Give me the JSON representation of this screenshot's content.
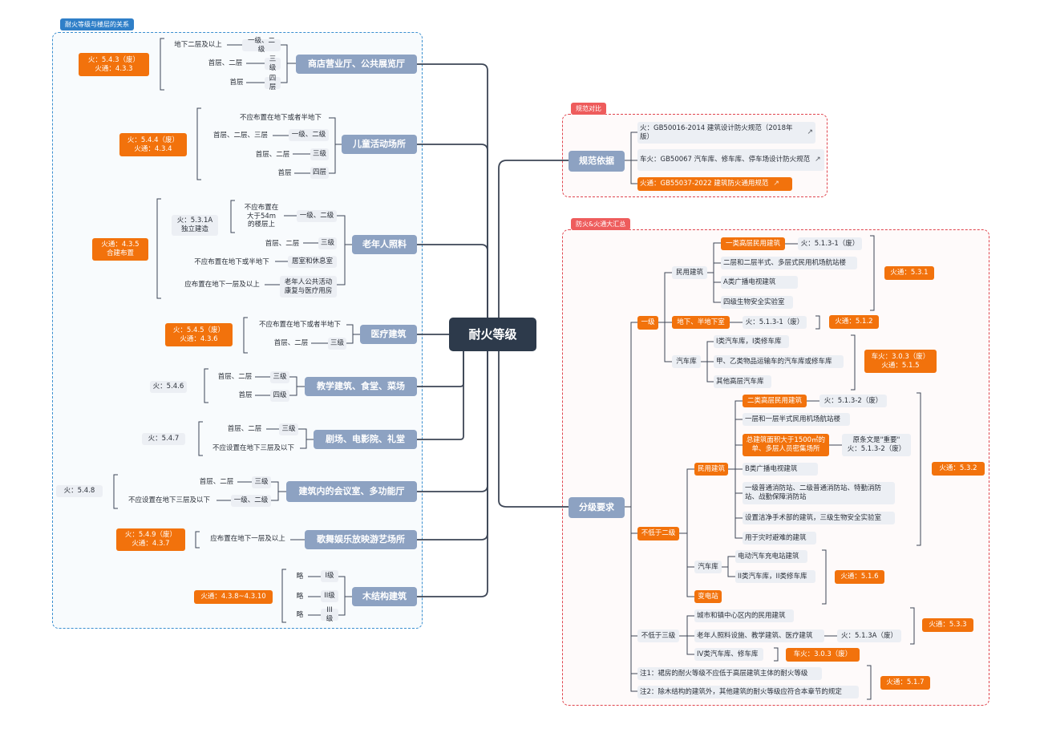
{
  "root": {
    "label": "耐火等级"
  },
  "boundaries": {
    "left": "耐火等级与楼层的关系",
    "spec": "规范对比",
    "summary": "防火&火通大汇总"
  },
  "colors": {
    "root": "#2d3a4b",
    "branch": "#8da2c2",
    "accent": "#f2720c",
    "leaf": "#eceff4",
    "frame_blue": "#3a8fd0",
    "frame_red": "#e0454e",
    "line": "#3d4656"
  },
  "left": {
    "shop": {
      "title": "商店营业厅、公共展览厅",
      "items": [
        [
          "地下二层及以上",
          "一级、二级"
        ],
        [
          "首层、二层",
          "三级"
        ],
        [
          "首层",
          "四层"
        ]
      ],
      "ref": "火：5.4.3（废）\n火通：4.3.3"
    },
    "child": {
      "title": "儿童活动场所",
      "items": [
        [
          "不应布置在地下或者半地下"
        ],
        [
          "首层、二层、三层",
          "一级、二级"
        ],
        [
          "首层、二层",
          "三级"
        ],
        [
          "首层",
          "四层"
        ]
      ],
      "ref": "火：5.4.4（废）\n火通：4.3.4"
    },
    "elderly": {
      "title": "老年人照料",
      "items": [
        [
          "不应布置在\n大于54m\n的楼层上",
          "一级、二级"
        ],
        [
          "首层、二层",
          "三级"
        ],
        [
          "不应布置在地下或半地下",
          "居室和休息室"
        ],
        [
          "应布置在地下一层及以上",
          "老年人公共活动\n康复与医疗用房"
        ]
      ],
      "note": "火：5.3.1A\n独立建造",
      "ref": "火通：4.3.5\n合建布置"
    },
    "medical": {
      "title": "医疗建筑",
      "items": [
        [
          "不应布置在地下或者半地下"
        ],
        [
          "首层、二层",
          "三级"
        ]
      ],
      "ref": "火：5.4.5（废）\n火通：4.3.6"
    },
    "school": {
      "title": "教学建筑、食堂、菜场",
      "items": [
        [
          "首层、二层",
          "三级"
        ],
        [
          "首层",
          "四级"
        ]
      ],
      "ref": "火：5.4.6"
    },
    "theater": {
      "title": "剧场、电影院、礼堂",
      "items": [
        [
          "首层、二层",
          "三级"
        ],
        [
          "不应设置在地下三层及以下"
        ]
      ],
      "ref": "火：5.4.7"
    },
    "meeting": {
      "title": "建筑内的会议室、多功能厅",
      "items": [
        [
          "首层、二层",
          "三级"
        ],
        [
          "不应设置在地下三层及以下",
          "一级、二级"
        ]
      ],
      "ref": "火：5.4.8"
    },
    "ktv": {
      "title": "歌舞娱乐放映游艺场所",
      "items": [
        [
          "应布置在地下一层及以上"
        ]
      ],
      "ref": "火：5.4.9（废）\n火通：4.3.7"
    },
    "wood": {
      "title": "木结构建筑",
      "items": [
        [
          "略",
          "I级"
        ],
        [
          "略",
          "II级"
        ],
        [
          "略",
          "III级"
        ]
      ],
      "ref": "火通：4.3.8~4.3.10"
    }
  },
  "spec": {
    "title": "规范依据",
    "items": [
      "火：GB50016-2014 建筑设计防火规范（2018年版）",
      "车火：GB50067 汽车库、修车库、停车场设计防火规范",
      "火通：GB55037-2022 建筑防火通用规范"
    ]
  },
  "grade": {
    "title": "分级要求",
    "g1": {
      "label": "一级",
      "civil": {
        "label": "民用建筑",
        "items": [
          "一类高层民用建筑",
          "二层和二层半式、多层式民用机场航站楼",
          "A类广播电视建筑",
          "四级生物安全实验室"
        ],
        "sub": "火：5.1.3-1（废）",
        "ref": "火通：5.3.1"
      },
      "under": {
        "label": "地下、半地下室",
        "sub": "火：5.1.3-1（废）",
        "ref": "火通：5.1.2"
      },
      "garage": {
        "label": "汽车库",
        "items": [
          "I类汽车库，I类修车库",
          "甲、乙类物品运输车的汽车库或修车库",
          "其他高层汽车库"
        ],
        "ref": "车火：3.0.3（废）\n火通：5.1.5"
      }
    },
    "g2": {
      "label": "不低于二级",
      "civil": {
        "label": "民用建筑",
        "items": [
          "二类高层民用建筑",
          "一层和一层半式民用机场航站楼",
          "总建筑面积大于1500㎡的\n单、多层人员密集场所",
          "B类广播电视建筑",
          "一级普通消防站、二级普通消防站、特勤消防\n站、战勤保障消防站",
          "设置洁净手术部的建筑，三级生物安全实验室",
          "用于灾时避难的建筑"
        ],
        "sub1": "火：5.1.3-2（废）",
        "sub2": "原条文是\"重要\"\n火：5.1.3-2（废）",
        "ref": "火通：5.3.2"
      },
      "garage": {
        "label": "汽车库",
        "items": [
          "电动汽车充电站建筑",
          "II类汽车库，II类修车库"
        ],
        "ref": "火通：5.1.6"
      },
      "substation": {
        "label": "变电站"
      }
    },
    "g3": {
      "label": "不低于三级",
      "items": [
        "城市和镇中心区内的民用建筑",
        "老年人照料设施、教学建筑、医疗建筑",
        "IV类汽车库、修车库"
      ],
      "sub": "火：5.1.3A（废）",
      "ref": "火通：5.3.3",
      "ref2": "车火：3.0.3（废）"
    },
    "notes": [
      "注1：裙房的耐火等级不应低于高层建筑主体的耐火等级",
      "注2：除木结构的建筑外，其他建筑的耐火等级应符合本章节的规定"
    ],
    "notes_ref": "火通：5.1.7"
  }
}
